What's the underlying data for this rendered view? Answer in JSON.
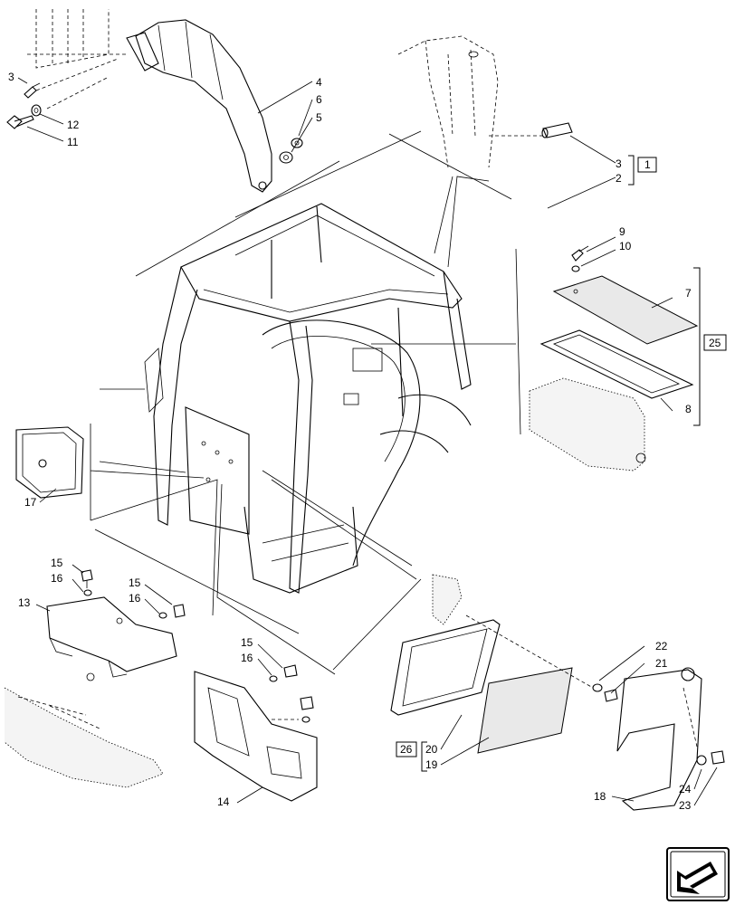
{
  "callouts": {
    "c3a": "3",
    "c12": "12",
    "c11": "11",
    "c4": "4",
    "c6": "6",
    "c5": "5",
    "c3b": "3",
    "c2": "2",
    "ref1": "1",
    "c9": "9",
    "c10": "10",
    "c7": "7",
    "c8": "8",
    "ref25": "25",
    "c17": "17",
    "c15a": "15",
    "c16a": "16",
    "c13": "13",
    "c15b": "15",
    "c16b": "16",
    "c15c": "15",
    "c16c": "16",
    "c14": "14",
    "c22": "22",
    "c21": "21",
    "ref26": "26",
    "c20": "20",
    "c19": "19",
    "c18": "18",
    "c24": "24",
    "c23": "23"
  },
  "icons": {
    "corner": "arrow-corner-icon"
  }
}
